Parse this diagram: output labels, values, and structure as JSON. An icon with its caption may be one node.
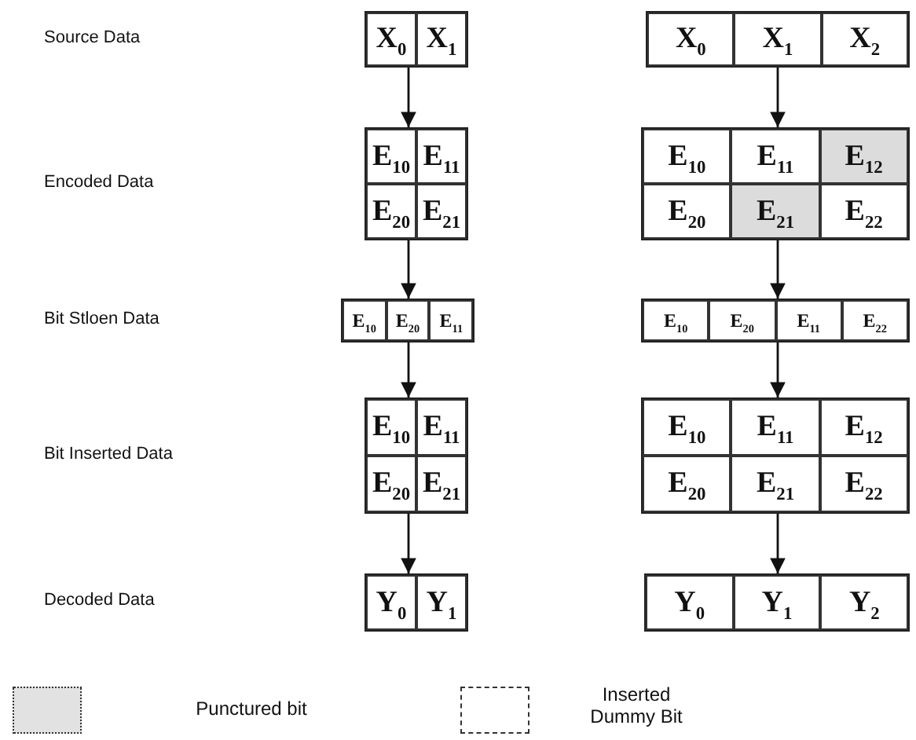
{
  "diagram": {
    "nodes": [
      {
        "text": [],
        "shape": "box"
      },
      {
        "text": [
          "X$_{0}$"
        ],
        "in": 0
      },
      {
        "text": [
          "X$_{1}$"
        ],
        "in": 0
      },
      {
        "text": [],
        "shape": "box"
      },
      {
        "text": [
          "E$_{10}$"
        ],
        "in": 3
      },
      {
        "text": [
          "E$_{11}$"
        ],
        "in": 3
      },
      {
        "text": [
          "E$_{20}$"
        ],
        "in": 3
      },
      {
        "text": [
          "E$_{21}$"
        ],
        "in": 3
      },
      {
        "text": [],
        "shape": "box"
      },
      {
        "text": [
          "E$_{10}$"
        ],
        "in": 8
      },
      {
        "text": [
          "E$_{20}$"
        ],
        "in": 8
      },
      {
        "text": [
          "E$_{11}$"
        ],
        "in": 8
      },
      {
        "text": [],
        "shape": "box"
      },
      {
        "text": [
          "E$_{10}$"
        ],
        "in": 12
      },
      {
        "text": [
          "E$_{11}$"
        ],
        "in": 12
      },
      {
        "text": [
          "E$_{20}$"
        ],
        "in": 12
      },
      {
        "text": [
          "E$_{21}$"
        ],
        "in": 12
      },
      {
        "text": [],
        "shape": "box"
      },
      {
        "text": [
          "Y$_{0}$"
        ],
        "in": 17
      },
      {
        "text": [
          "Y$_{1}$"
        ],
        "in": 17
      },
      {
        "text": [],
        "shape": "box"
      },
      {
        "text": [
          "X$_{0}$"
        ],
        "in": 20
      },
      {
        "text": [
          "X$_{1}$"
        ],
        "in": 20
      },
      {
        "text": [
          "X$_{2}$"
        ],
        "in": 20
      },
      {
        "text": [],
        "shape": "box"
      },
      {
        "text": [
          "E$_{10}$"
        ],
        "in": 24
      },
      {
        "text": [
          "E$_{11}$"
        ],
        "in": 24
      },
      {
        "text": [
          "E$_{12}$"
        ],
        "in": 24
      },
      {
        "text": [
          "E$_{20}$"
        ],
        "in": 24
      },
      {
        "text": [
          "E$_{21}$"
        ],
        "in": 24
      },
      {
        "text": [
          "E$_{22}$"
        ],
        "in": 24
      },
      {
        "text": [],
        "shape": "box"
      },
      {
        "text": [
          "E$_{10}$"
        ],
        "in": 31
      },
      {
        "text": [
          "E$_{20}$"
        ],
        "in": 31
      },
      {
        "text": [
          "E$_{11}$"
        ],
        "in": 31
      },
      {
        "text": [
          "E$_{22}$"
        ],
        "in": 31
      },
      {
        "text": [],
        "shape": "box"
      },
      {
        "text": [
          "E$_{10}$"
        ],
        "in": 36
      },
      {
        "text": [
          "E$_{11}$"
        ],
        "in": 36
      },
      {
        "text": [
          "E$_{12}$"
        ],
        "in": 36
      },
      {
        "text": [
          "E$_{20}$"
        ],
        "in": 36
      },
      {
        "text": [
          "E$_{21}$"
        ],
        "in": 36
      },
      {
        "text": [
          "E$_{22}$"
        ],
        "in": 36
      },
      {
        "text": [],
        "shape": "box"
      },
      {
        "text": [
          "Y$_{0}$"
        ],
        "in": 43
      },
      {
        "text": [
          "Y$_{1}$"
        ],
        "in": 43
      },
      {
        "text": [
          "Y$_{2}$"
        ],
        "in": 43
      }
    ],
    "edges": [
      {
        "from": 0,
        "to": 3,
        "arrow": "to"
      },
      {
        "from": 3,
        "to": 8,
        "arrow": "to"
      },
      {
        "from": 8,
        "to": 12,
        "arrow": "to"
      },
      {
        "from": 12,
        "to": 17,
        "arrow": "to"
      },
      {
        "from": 20,
        "to": 24,
        "arrow": "to"
      },
      {
        "from": 24,
        "to": 31,
        "arrow": "to"
      },
      {
        "from": 31,
        "to": 36,
        "arrow": "to"
      },
      {
        "from": 36,
        "to": 43,
        "arrow": "to"
      }
    ],
    "labels": [
      "Source Data",
      "Encoded Data",
      "Bit Stloen Data",
      "Bit Inserted Data",
      "Decoded Data"
    ],
    "legend": [
      {
        "text": "Punctured bit"
      },
      {
        "text": "Inserted Dummy Bit"
      }
    ]
  }
}
